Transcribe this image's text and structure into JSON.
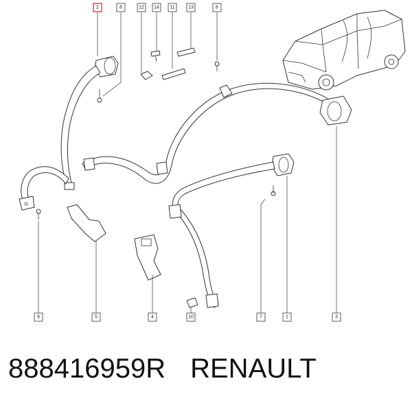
{
  "footer": {
    "part_number": "888416959R",
    "brand": "RENAULT"
  },
  "callouts": [
    "2",
    "8",
    "12",
    "14",
    "11",
    "13",
    "6",
    "9",
    "5",
    "4",
    "10",
    "7",
    "1",
    "3"
  ],
  "colors": {
    "highlight": "#d62020",
    "line": "#333333"
  }
}
